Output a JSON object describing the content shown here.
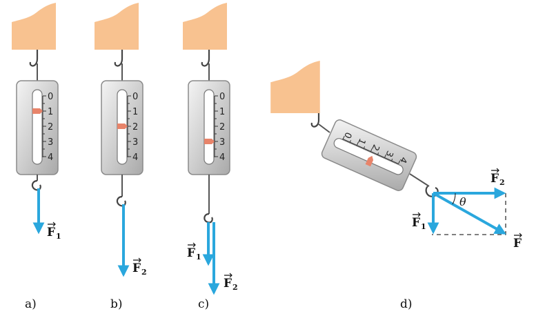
{
  "colors": {
    "support": "#f8c290",
    "arrow": "#2aa7dd",
    "case_light": "#e8e8e8",
    "case_dark": "#b8b8b8",
    "pointer": "#e8846a",
    "dashed": "#333333"
  },
  "scale_ticks": [
    "0",
    "1",
    "2",
    "3",
    "4"
  ],
  "panels": [
    {
      "label": "a)",
      "force": "F",
      "force_sub": "1",
      "reading": 1
    },
    {
      "label": "b)",
      "force": "F",
      "force_sub": "2",
      "reading": 2
    },
    {
      "label": "c)",
      "force1": "F",
      "force1_sub": "1",
      "force2": "F",
      "force2_sub": "2",
      "reading": 3
    },
    {
      "label": "d)",
      "f1": "F",
      "f1_sub": "1",
      "f2": "F",
      "f2_sub": "2",
      "f": "F",
      "theta": "θ",
      "reading": 2.2
    }
  ]
}
